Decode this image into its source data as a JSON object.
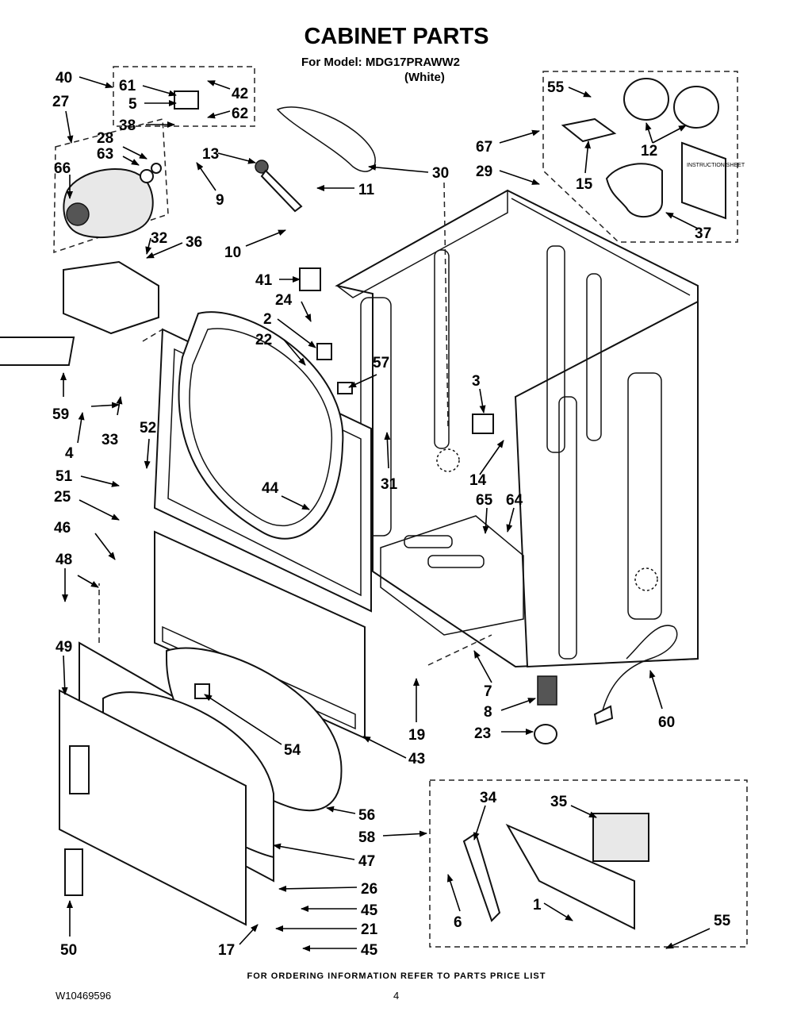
{
  "header": {
    "title": "CABINET PARTS",
    "model_line": "For Model: MDG17PRAWW2",
    "color_line": "(White)"
  },
  "footer": {
    "ordering_note": "FOR ORDERING INFORMATION REFER TO PARTS PRICE LIST",
    "document_number": "W10469596",
    "page_number": "4"
  },
  "callouts": [
    "40",
    "61",
    "42",
    "5",
    "62",
    "38",
    "27",
    "28",
    "63",
    "66",
    "13",
    "9",
    "30",
    "11",
    "55",
    "67",
    "12",
    "29",
    "15",
    "37",
    "32",
    "36",
    "10",
    "41",
    "24",
    "2",
    "22",
    "57",
    "59",
    "33",
    "4",
    "52",
    "51",
    "25",
    "3",
    "14",
    "31",
    "44",
    "65",
    "64",
    "46",
    "48",
    "49",
    "19",
    "7",
    "8",
    "23",
    "60",
    "54",
    "43",
    "56",
    "58",
    "47",
    "34",
    "35",
    "26",
    "45",
    "21",
    "17",
    "50",
    "6",
    "1"
  ],
  "instruction_sheet_text": "INSTRUCTION SHEET"
}
